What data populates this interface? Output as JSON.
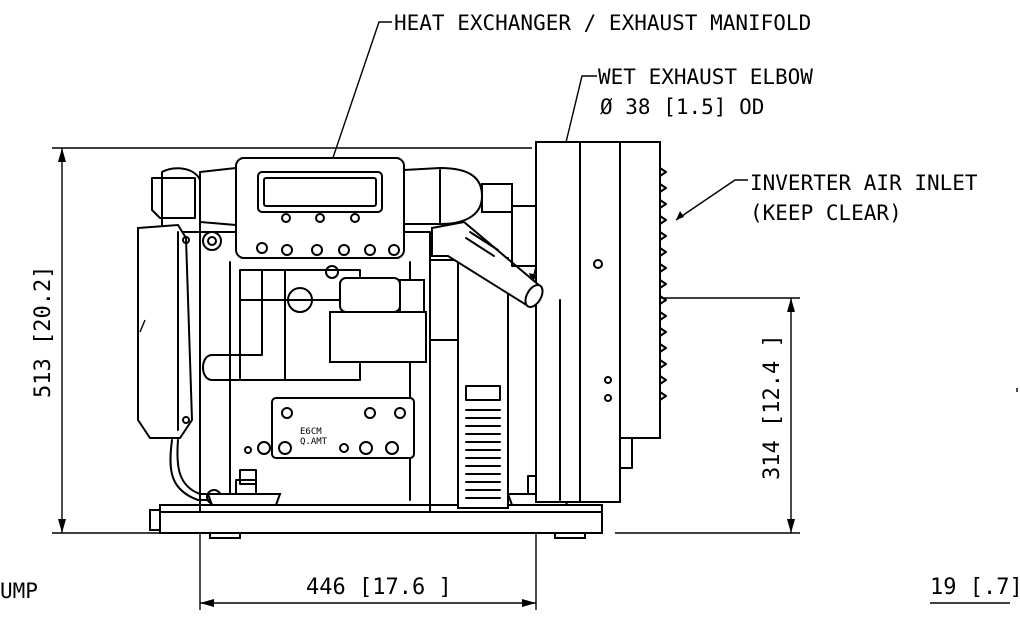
{
  "labels": {
    "heat_exchanger": "HEAT EXCHANGER / EXHAUST MANIFOLD",
    "wet_exhaust_line1": "WET EXHAUST ELBOW",
    "wet_exhaust_line2": "Ø 38 [1.5] OD",
    "inverter_line1": "INVERTER AIR INLET",
    "inverter_line2": "(KEEP CLEAR)",
    "cut_left": "UMP"
  },
  "dimensions": {
    "overall_height": "513 [20.2]",
    "exhaust_height": "314 [12.4 ]",
    "exhaust_offset": "446 [17.6 ]",
    "right_offset": "19 [.7]"
  },
  "plate_text": {
    "line1": "E6CM",
    "line2": "Q.AMT"
  }
}
